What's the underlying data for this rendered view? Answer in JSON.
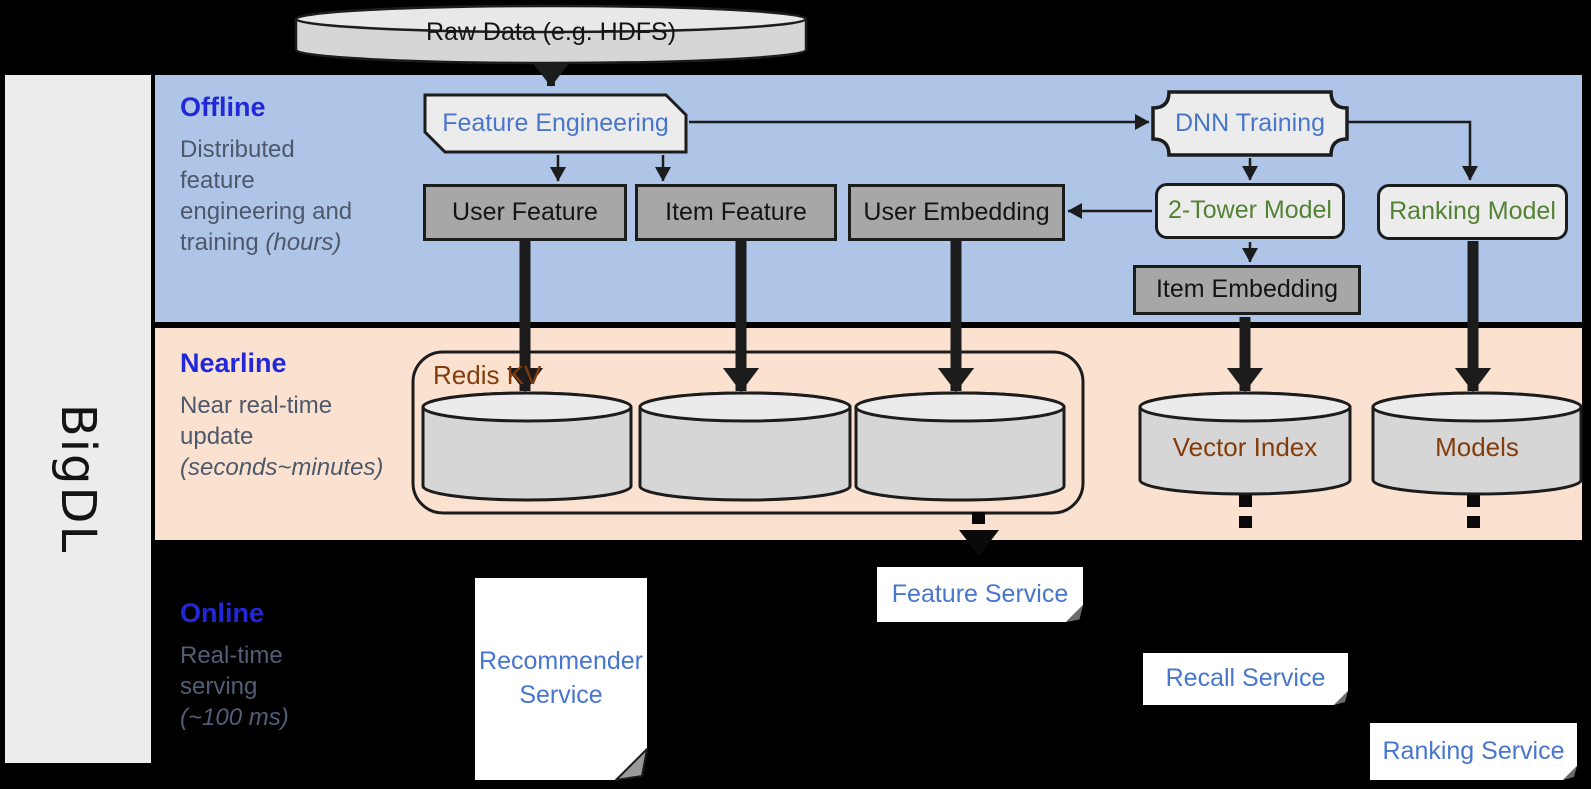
{
  "brand": {
    "label": "BigDL"
  },
  "datastore": {
    "raw_data": "Raw Data (e.g. HDFS)"
  },
  "bands": {
    "offline": {
      "title": "Offline",
      "sub_l1": "Distributed",
      "sub_l2": "feature",
      "sub_l3": "engineering and",
      "sub_l4": "training ",
      "sub_l4i": "(hours)"
    },
    "nearline": {
      "title": "Nearline",
      "sub_l1": "Near real-time",
      "sub_l2": "update",
      "sub_l3i": "(seconds~minutes)"
    },
    "online": {
      "title": "Online",
      "sub_l1": "Real-time",
      "sub_l2": "serving",
      "sub_l3i": "(~100 ms)"
    }
  },
  "nodes": {
    "feature_engineering": "Feature Engineering",
    "dnn_training": "DNN Training",
    "user_feature": "User Feature",
    "item_feature": "Item Feature",
    "user_embedding": "User Embedding",
    "two_tower_model": "2-Tower Model",
    "ranking_model": "Ranking Model",
    "item_embedding": "Item Embedding",
    "redis_kv": "Redis KV",
    "vector_index": "Vector Index",
    "models": "Models",
    "feature_service": "Feature Service",
    "recommender_service": "Recommender Service",
    "recall_service": "Recall Service",
    "ranking_service": "Ranking Service"
  },
  "colors": {
    "offline_band": "#aec5e8",
    "nearline_band": "#fbe2d0",
    "band_title_blue": "#2228d8",
    "node_text_blue": "#4876cc",
    "model_text_green": "#548235",
    "store_text_brown": "#843c0c"
  }
}
